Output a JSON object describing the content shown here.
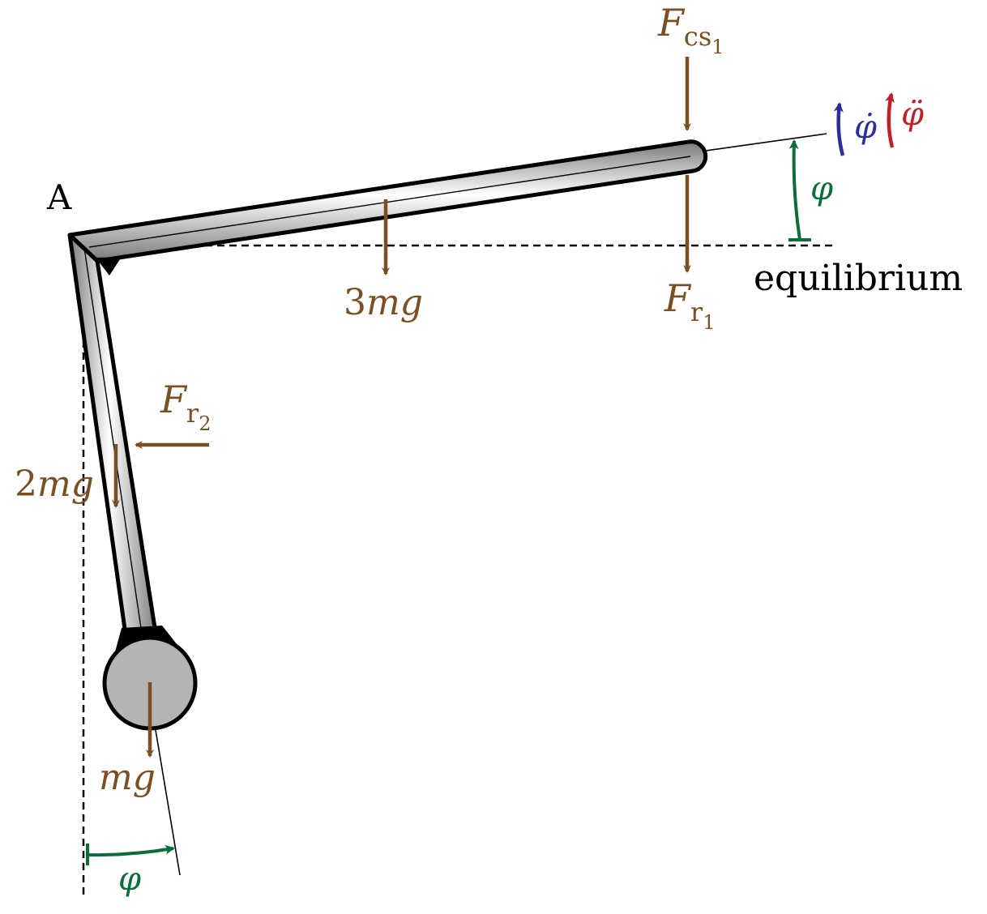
{
  "labels": {
    "pivot": "A",
    "equilibrium": "equilibrium",
    "phi_upper": "φ",
    "phi_lower": "φ",
    "phi_dot": "φ̇",
    "phi_ddot": "φ̈"
  },
  "forces": {
    "f_cs1": {
      "main": "F",
      "sub": "cs",
      "subsub": "1"
    },
    "f_r1": {
      "main": "F",
      "sub": "r",
      "subsub": "1"
    },
    "f_r2": {
      "main": "F",
      "sub": "r",
      "subsub": "2"
    },
    "weight_beam": {
      "coef": "3",
      "sym": "mg"
    },
    "weight_arm": {
      "coef": "2",
      "sym": "mg"
    },
    "weight_mass": {
      "coef": "",
      "sym": "mg"
    }
  },
  "colors": {
    "force": "#7a4f22",
    "angle": "#0a6e3a",
    "velocity": "#2a2f9a",
    "acceleration": "#c0202a",
    "rod_stroke": "#000000",
    "mass_fill": "#b4b4b4"
  }
}
